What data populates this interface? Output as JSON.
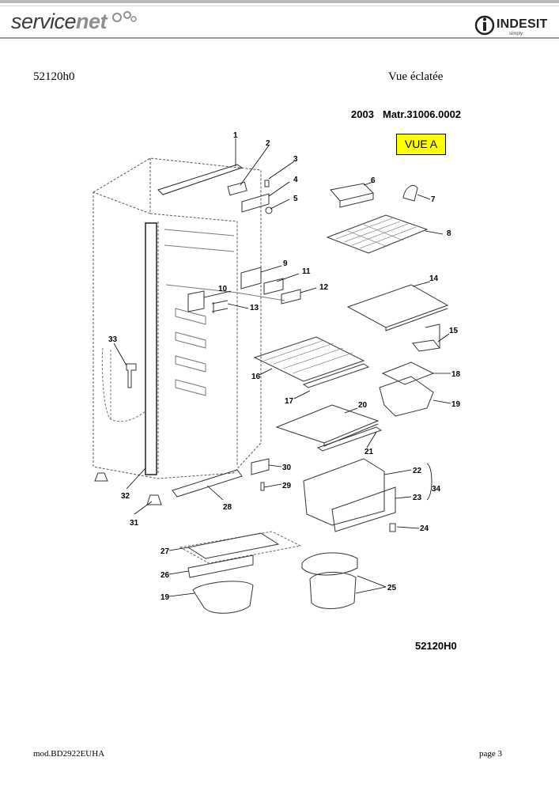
{
  "header": {
    "logo_left": {
      "part1": "service",
      "part2": "net"
    },
    "logo_right": {
      "brand": "INDESIT",
      "tagline": "simply"
    }
  },
  "document": {
    "code": "52120h0",
    "title": "Vue éclatée",
    "year": "2003",
    "matr": "Matr.31006.0002",
    "view_badge": "VUE A",
    "part_code": "52120H0"
  },
  "callouts": {
    "c1": "1",
    "c2": "2",
    "c3": "3",
    "c4": "4",
    "c5": "5",
    "c6": "6",
    "c7": "7",
    "c8": "8",
    "c9": "9",
    "c10": "10",
    "c11": "11",
    "c12": "12",
    "c13": "13",
    "c14": "14",
    "c15": "15",
    "c16": "16",
    "c17": "17",
    "c18": "18",
    "c19a": "19",
    "c19b": "19",
    "c20": "20",
    "c21": "21",
    "c22": "22",
    "c23": "23",
    "c24": "24",
    "c25": "25",
    "c26": "26",
    "c27": "27",
    "c28": "28",
    "c29": "29",
    "c30": "30",
    "c31": "31",
    "c32": "32",
    "c33": "33",
    "c34": "34"
  },
  "footer": {
    "model": "mod.BD2922EUHA",
    "page": "page 3"
  }
}
